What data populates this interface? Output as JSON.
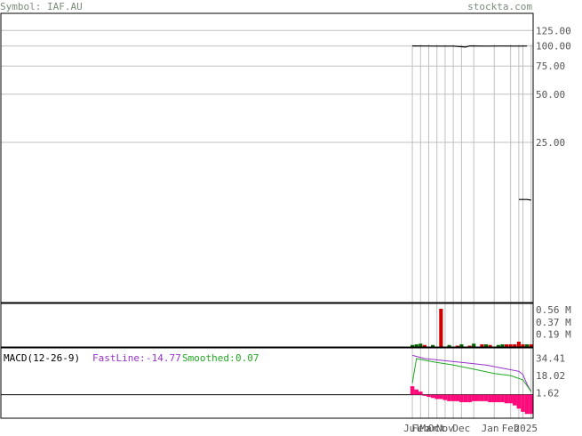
{
  "header": {
    "symbol_label": "Symbol: IAF.AU",
    "site_label": "stockta.com"
  },
  "colors": {
    "header_text": "#7a8c7a",
    "frame": "#000000",
    "grid": "#c0c0c0",
    "price_line": "#000000",
    "volume_up": "#006400",
    "volume_down": "#cc0000",
    "fastline": "#9932cc",
    "smoothed": "#22aa22",
    "histogram": "#ff0a7a",
    "axis_text": "#555555"
  },
  "chart_data": [
    {
      "type": "line",
      "name": "price",
      "title": "",
      "scale": "log",
      "y_ticks": [
        {
          "value": 125,
          "label": "125.00"
        },
        {
          "value": 100,
          "label": "100.00"
        },
        {
          "value": 75,
          "label": "75.00"
        },
        {
          "value": 50,
          "label": "50.00"
        },
        {
          "value": 25,
          "label": "25.00"
        }
      ],
      "ylim": [
        2.5,
        160
      ],
      "n_slots": 130,
      "first_slot": 100,
      "series": [
        {
          "values": [
            {
              "i": 100,
              "v": 100.2
            },
            {
              "i": 103,
              "v": 100.0
            },
            {
              "i": 106,
              "v": 99.9
            },
            {
              "i": 110,
              "v": 99.9
            },
            {
              "i": 113,
              "v": 98.5
            },
            {
              "i": 114,
              "v": 100.2
            },
            {
              "i": 118,
              "v": 99.9
            },
            {
              "i": 122,
              "v": 100.0
            },
            {
              "i": 126,
              "v": 99.9
            },
            {
              "i": 128,
              "v": 100.0
            }
          ]
        },
        {
          "values": [
            {
              "i": 126,
              "v": 11.0
            },
            {
              "i": 128,
              "v": 11.0
            },
            {
              "i": 129,
              "v": 10.9
            }
          ]
        }
      ],
      "vlines": [
        100,
        102,
        104,
        106,
        108,
        110,
        112,
        115,
        120,
        124,
        126,
        127,
        129
      ]
    },
    {
      "type": "bar",
      "name": "volume",
      "y_ticks": [
        {
          "value": 0.56,
          "label": "0.56 M"
        },
        {
          "value": 0.37,
          "label": "0.37 M"
        },
        {
          "value": 0.19,
          "label": "0.19 M"
        }
      ],
      "ylim": [
        0,
        0.65
      ],
      "bars": [
        {
          "i": 100,
          "v": 0.03,
          "dir": "up"
        },
        {
          "i": 101,
          "v": 0.04,
          "dir": "up"
        },
        {
          "i": 102,
          "v": 0.05,
          "dir": "up"
        },
        {
          "i": 103,
          "v": 0.03,
          "dir": "down"
        },
        {
          "i": 105,
          "v": 0.03,
          "dir": "up"
        },
        {
          "i": 107,
          "v": 0.57,
          "dir": "down"
        },
        {
          "i": 109,
          "v": 0.03,
          "dir": "up"
        },
        {
          "i": 111,
          "v": 0.02,
          "dir": "down"
        },
        {
          "i": 112,
          "v": 0.04,
          "dir": "up"
        },
        {
          "i": 114,
          "v": 0.02,
          "dir": "down"
        },
        {
          "i": 115,
          "v": 0.05,
          "dir": "up"
        },
        {
          "i": 117,
          "v": 0.04,
          "dir": "down"
        },
        {
          "i": 118,
          "v": 0.04,
          "dir": "up"
        },
        {
          "i": 119,
          "v": 0.03,
          "dir": "down"
        },
        {
          "i": 121,
          "v": 0.03,
          "dir": "up"
        },
        {
          "i": 122,
          "v": 0.04,
          "dir": "up"
        },
        {
          "i": 123,
          "v": 0.04,
          "dir": "down"
        },
        {
          "i": 124,
          "v": 0.04,
          "dir": "down"
        },
        {
          "i": 125,
          "v": 0.04,
          "dir": "down"
        },
        {
          "i": 126,
          "v": 0.08,
          "dir": "down"
        },
        {
          "i": 127,
          "v": 0.04,
          "dir": "down"
        },
        {
          "i": 128,
          "v": 0.04,
          "dir": "up"
        },
        {
          "i": 129,
          "v": 0.04,
          "dir": "down"
        }
      ]
    },
    {
      "type": "line",
      "name": "macd",
      "indicator_label": "MACD(12-26-9)",
      "fastline_label": "FastLine:",
      "fastline_value": "-14.77",
      "smoothed_label": "Smoothed:",
      "smoothed_value": "0.07",
      "y_ticks": [
        {
          "value": 34.41,
          "label": "34.41"
        },
        {
          "value": 18.02,
          "label": "18.02"
        },
        {
          "value": 1.62,
          "label": "1.62"
        }
      ],
      "ylim": [
        -22,
        44
      ],
      "zero_value": 0,
      "fast": [
        {
          "i": 100,
          "v": 37
        },
        {
          "i": 103,
          "v": 34
        },
        {
          "i": 108,
          "v": 32
        },
        {
          "i": 113,
          "v": 30
        },
        {
          "i": 118,
          "v": 28
        },
        {
          "i": 122,
          "v": 25
        },
        {
          "i": 126,
          "v": 22
        },
        {
          "i": 127,
          "v": 19
        },
        {
          "i": 128,
          "v": 10
        },
        {
          "i": 129,
          "v": 3
        }
      ],
      "smooth": [
        {
          "i": 100,
          "v": 11
        },
        {
          "i": 101,
          "v": 34
        },
        {
          "i": 105,
          "v": 31
        },
        {
          "i": 110,
          "v": 28
        },
        {
          "i": 115,
          "v": 24
        },
        {
          "i": 120,
          "v": 20
        },
        {
          "i": 124,
          "v": 18
        },
        {
          "i": 127,
          "v": 14
        },
        {
          "i": 129,
          "v": 3
        }
      ],
      "histogram": [
        {
          "i": 100,
          "v": 8
        },
        {
          "i": 101,
          "v": 5
        },
        {
          "i": 102,
          "v": 3
        },
        {
          "i": 103,
          "v": -1
        },
        {
          "i": 104,
          "v": -2
        },
        {
          "i": 105,
          "v": -3
        },
        {
          "i": 106,
          "v": -4
        },
        {
          "i": 107,
          "v": -4
        },
        {
          "i": 108,
          "v": -5
        },
        {
          "i": 109,
          "v": -6
        },
        {
          "i": 110,
          "v": -6
        },
        {
          "i": 111,
          "v": -6
        },
        {
          "i": 112,
          "v": -7
        },
        {
          "i": 113,
          "v": -7
        },
        {
          "i": 114,
          "v": -7
        },
        {
          "i": 115,
          "v": -6
        },
        {
          "i": 116,
          "v": -6
        },
        {
          "i": 117,
          "v": -6
        },
        {
          "i": 118,
          "v": -6
        },
        {
          "i": 119,
          "v": -7
        },
        {
          "i": 120,
          "v": -7
        },
        {
          "i": 121,
          "v": -7
        },
        {
          "i": 122,
          "v": -7
        },
        {
          "i": 123,
          "v": -8
        },
        {
          "i": 124,
          "v": -8
        },
        {
          "i": 125,
          "v": -10
        },
        {
          "i": 126,
          "v": -13
        },
        {
          "i": 127,
          "v": -16
        },
        {
          "i": 128,
          "v": -18
        },
        {
          "i": 129,
          "v": -18
        }
      ]
    }
  ],
  "x_axis": {
    "labels": [
      {
        "i": 100,
        "text": "Jul"
      },
      {
        "i": 102,
        "text": "Feb"
      },
      {
        "i": 104,
        "text": "Mar"
      },
      {
        "i": 106,
        "text": "Oct"
      },
      {
        "i": 108,
        "text": "Nov"
      },
      {
        "i": 112,
        "text": "Dec"
      },
      {
        "i": 119,
        "text": "Jan"
      },
      {
        "i": 124,
        "text": "Feb"
      },
      {
        "i": 127,
        "text": "2025"
      }
    ]
  }
}
